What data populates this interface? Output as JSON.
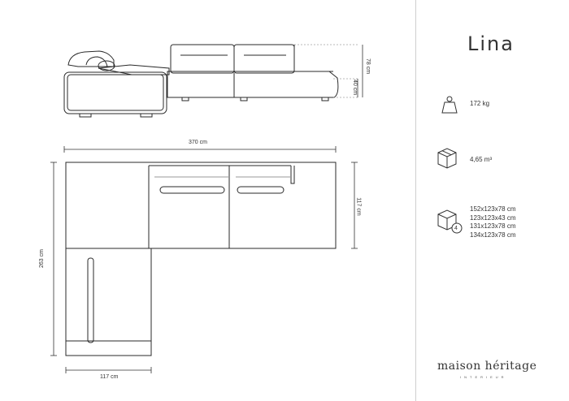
{
  "product": {
    "name": "Lina"
  },
  "dimensions": {
    "total_width": "370 cm",
    "total_depth": "263 cm",
    "module_depth_right": "117 cm",
    "chaise_width_bottom": "117 cm",
    "height_total": "78 cm",
    "seat_height": "40 cm"
  },
  "specs": {
    "weight": "172 kg",
    "volume": "4,65 m³",
    "package_count": "4",
    "packages": [
      "152x123x78 cm",
      "123x123x43 cm",
      "131x123x78 cm",
      "134x123x78 cm"
    ]
  },
  "brand": {
    "name": "maison héritage",
    "sub": "INTERIEUR"
  },
  "icons": {
    "weight": "weight-icon",
    "volume": "box-icon",
    "packages": "package-count-icon"
  }
}
